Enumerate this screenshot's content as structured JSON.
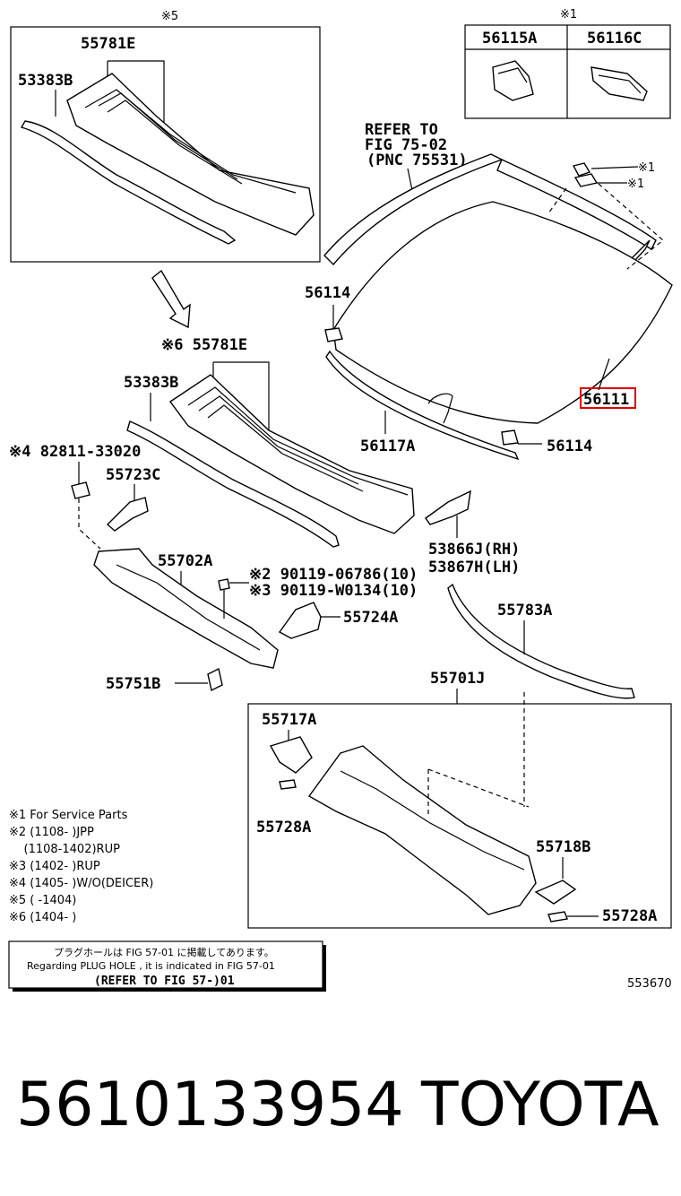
{
  "labels": {
    "note5_mark": "※5",
    "note1_mark": "※1",
    "p55781E_top": "55781E",
    "p53383B_top": "53383B",
    "p56115A": "56115A",
    "p56116C": "56116C",
    "refer1": "REFER TO",
    "refer2": "FIG 75-02",
    "refer3": "(PNC 75531)",
    "clip1": "※1",
    "clip2": "※1",
    "p56114_a": "56114",
    "p56111": "56111",
    "p56117A": "56117A",
    "p56114_b": "56114",
    "p55781E_mid": "※6 55781E",
    "p53383B_mid": "53383B",
    "p82811": "※4 82811-33020",
    "p55723C": "55723C",
    "p55702A": "55702A",
    "p90119a": "※2 90119-06786(10)",
    "p90119b": "※3 90119-W0134(10)",
    "p53866J": "53866J(RH)",
    "p53867H": "53867H(LH)",
    "p55724A": "55724A",
    "p55783A": "55783A",
    "p55751B": "55751B",
    "p55701J": "55701J",
    "p55717A": "55717A",
    "p55728A_a": "55728A",
    "p55718B": "55718B",
    "p55728A_b": "55728A",
    "diagram_no": "553670"
  },
  "notes": [
    "※1 For Service Parts",
    "※2 (1108-      )JPP",
    "    (1108-1402)RUP",
    "※3 (1402-      )RUP",
    "※4 (1405-      )W/O(DEICER)",
    "※5 (      -1404)",
    "※6 (1404-      )"
  ],
  "notice": {
    "line1": "プラグホールは FIG 57-01 に掲載してあります。",
    "line2": "Regarding  PLUG  HOLE , it is indicated in FIG  57-01",
    "line3": "(REFER TO FIG 57-)01"
  },
  "footer": {
    "part_number": "5610133954",
    "brand": "TOYOTA"
  },
  "colors": {
    "highlight": "#e00000"
  }
}
